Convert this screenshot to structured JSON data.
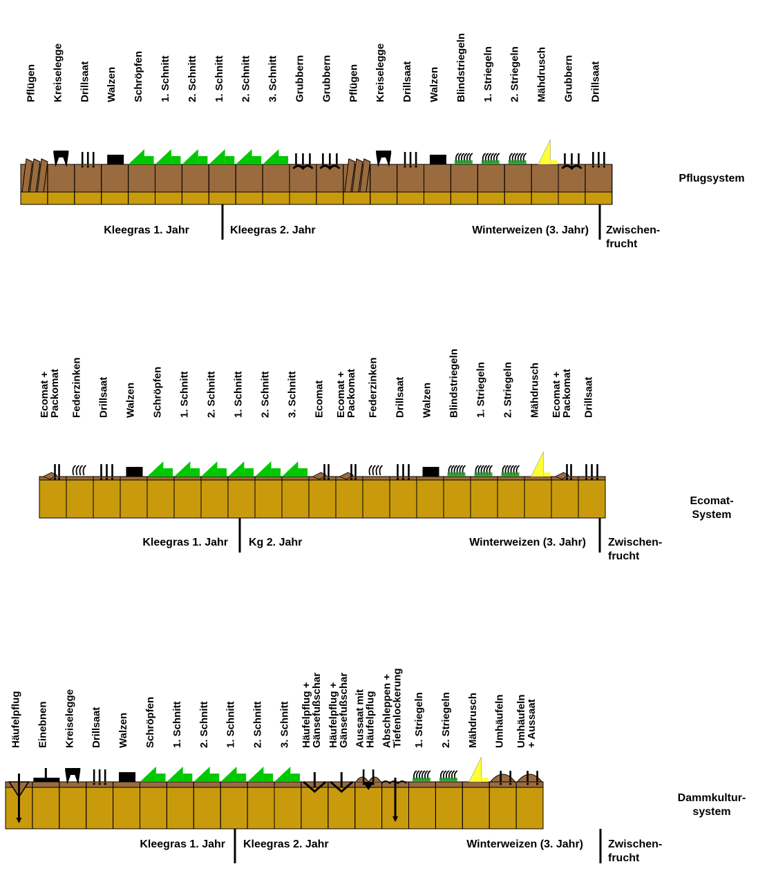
{
  "colors": {
    "topsoil": "#9A6B3E",
    "subsoil": "#C99A0C",
    "grass": "#00C800",
    "grain": "#FFFF33",
    "dark_green": "#1E9A28",
    "tool": "#000000",
    "line": "#000000"
  },
  "systems": [
    {
      "id": "pflug",
      "label_lines": [
        "Pflugsystem"
      ],
      "operations": [
        {
          "label_lines": [
            "Pflügen"
          ],
          "icon": "plough-icon"
        },
        {
          "label_lines": [
            "Kreiselegge"
          ],
          "icon": "rotary-harrow-icon"
        },
        {
          "label_lines": [
            "Drillsaat"
          ],
          "icon": "seed-drill-icon"
        },
        {
          "label_lines": [
            "Walzen"
          ],
          "icon": "roller-icon"
        },
        {
          "label_lines": [
            "Schröpfen"
          ],
          "icon": "grass-topping-icon"
        },
        {
          "label_lines": [
            "1. Schnitt"
          ],
          "icon": "grass-cut-icon"
        },
        {
          "label_lines": [
            "2. Schnitt"
          ],
          "icon": "grass-cut-icon"
        },
        {
          "label_lines": [
            "1. Schnitt"
          ],
          "icon": "grass-cut-icon"
        },
        {
          "label_lines": [
            "2. Schnitt"
          ],
          "icon": "grass-cut-icon"
        },
        {
          "label_lines": [
            "3. Schnitt"
          ],
          "icon": "grass-cut-icon"
        },
        {
          "label_lines": [
            "Grubbern"
          ],
          "icon": "cultivator-icon"
        },
        {
          "label_lines": [
            "Grubbern"
          ],
          "icon": "cultivator-icon"
        },
        {
          "label_lines": [
            "Pflügen"
          ],
          "icon": "plough-icon"
        },
        {
          "label_lines": [
            "Kreiselegge"
          ],
          "icon": "rotary-harrow-icon"
        },
        {
          "label_lines": [
            "Drillsaat"
          ],
          "icon": "seed-drill-icon"
        },
        {
          "label_lines": [
            "Walzen"
          ],
          "icon": "roller-icon"
        },
        {
          "label_lines": [
            "Blindstriegeln"
          ],
          "icon": "tine-harrow-icon"
        },
        {
          "label_lines": [
            "1. Striegeln"
          ],
          "icon": "tine-harrow-icon"
        },
        {
          "label_lines": [
            "2. Striegeln"
          ],
          "icon": "tine-harrow-icon"
        },
        {
          "label_lines": [
            "Mähdrusch"
          ],
          "icon": "combine-harvest-icon"
        },
        {
          "label_lines": [
            "Grubbern"
          ],
          "icon": "cultivator-icon"
        },
        {
          "label_lines": [
            "Drillsaat"
          ],
          "icon": "seed-drill-icon"
        }
      ],
      "phases": [
        {
          "text": "Kleegras 1. Jahr"
        },
        {
          "text": "Kleegras 2. Jahr"
        },
        {
          "text": "Winterweizen (3. Jahr)"
        },
        {
          "text": "Zwischen-\nfrucht"
        }
      ]
    },
    {
      "id": "ecomat",
      "label_lines": [
        "Ecomat-",
        "System"
      ],
      "operations": [
        {
          "label_lines": [
            "Ecomat +",
            "Packomat"
          ],
          "icon": "ecomat-plough-icon"
        },
        {
          "label_lines": [
            "Federzinken"
          ],
          "icon": "spring-tine-icon"
        },
        {
          "label_lines": [
            "Drillsaat"
          ],
          "icon": "seed-drill-icon"
        },
        {
          "label_lines": [
            "Walzen"
          ],
          "icon": "roller-icon"
        },
        {
          "label_lines": [
            "Schröpfen"
          ],
          "icon": "grass-topping-icon"
        },
        {
          "label_lines": [
            "1. Schnitt"
          ],
          "icon": "grass-cut-icon"
        },
        {
          "label_lines": [
            "2. Schnitt"
          ],
          "icon": "grass-cut-icon"
        },
        {
          "label_lines": [
            "1. Schnitt"
          ],
          "icon": "grass-cut-icon"
        },
        {
          "label_lines": [
            "2. Schnitt"
          ],
          "icon": "grass-cut-icon"
        },
        {
          "label_lines": [
            "3. Schnitt"
          ],
          "icon": "grass-cut-icon"
        },
        {
          "label_lines": [
            "Ecomat"
          ],
          "icon": "ecomat-plough-icon"
        },
        {
          "label_lines": [
            "Ecomat +",
            "Packomat"
          ],
          "icon": "ecomat-plough-icon"
        },
        {
          "label_lines": [
            "Federzinken"
          ],
          "icon": "spring-tine-icon"
        },
        {
          "label_lines": [
            "Drillsaat"
          ],
          "icon": "seed-drill-icon"
        },
        {
          "label_lines": [
            "Walzen"
          ],
          "icon": "roller-icon"
        },
        {
          "label_lines": [
            "Blindstriegeln"
          ],
          "icon": "tine-harrow-icon"
        },
        {
          "label_lines": [
            "1. Striegeln"
          ],
          "icon": "tine-harrow-icon"
        },
        {
          "label_lines": [
            "2. Striegeln"
          ],
          "icon": "tine-harrow-icon"
        },
        {
          "label_lines": [
            "Mähdrusch"
          ],
          "icon": "combine-harvest-icon"
        },
        {
          "label_lines": [
            "Ecomat +",
            "Packomat"
          ],
          "icon": "ecomat-plough-icon"
        },
        {
          "label_lines": [
            "Drillsaat"
          ],
          "icon": "seed-drill-icon"
        }
      ],
      "phases": [
        {
          "text": "Kleegras 1. Jahr"
        },
        {
          "text": "Kg 2. Jahr"
        },
        {
          "text": "Winterweizen (3. Jahr)"
        },
        {
          "text": "Zwischen-\nfrucht"
        }
      ]
    },
    {
      "id": "damm",
      "label_lines": [
        "Dammkultur-",
        "system"
      ],
      "operations": [
        {
          "label_lines": [
            "Häufelpflug"
          ],
          "icon": "ridging-plough-icon"
        },
        {
          "label_lines": [
            "Einebnen"
          ],
          "icon": "levelling-board-icon"
        },
        {
          "label_lines": [
            "Kreiselegge"
          ],
          "icon": "rotary-harrow-icon"
        },
        {
          "label_lines": [
            "Drillsaat"
          ],
          "icon": "seed-drill-icon"
        },
        {
          "label_lines": [
            "Walzen"
          ],
          "icon": "roller-icon"
        },
        {
          "label_lines": [
            "Schröpfen"
          ],
          "icon": "grass-topping-icon"
        },
        {
          "label_lines": [
            "1. Schnitt"
          ],
          "icon": "grass-cut-icon"
        },
        {
          "label_lines": [
            "2. Schnitt"
          ],
          "icon": "grass-cut-icon"
        },
        {
          "label_lines": [
            "1. Schnitt"
          ],
          "icon": "grass-cut-icon"
        },
        {
          "label_lines": [
            "2. Schnitt"
          ],
          "icon": "grass-cut-icon"
        },
        {
          "label_lines": [
            "3. Schnitt"
          ],
          "icon": "grass-cut-icon"
        },
        {
          "label_lines": [
            "Häufelpflug +",
            "Gänsefußschar"
          ],
          "icon": "goosefoot-share-icon"
        },
        {
          "label_lines": [
            "Häufelpflug +",
            "Gänsefußschar"
          ],
          "icon": "goosefoot-share-icon"
        },
        {
          "label_lines": [
            "Aussaat mit",
            "Häufelpflug"
          ],
          "icon": "ridge-sowing-icon"
        },
        {
          "label_lines": [
            "Abschleppen +",
            "Tiefenlockerung"
          ],
          "icon": "subsoiler-icon"
        },
        {
          "label_lines": [
            "1. Striegeln"
          ],
          "icon": "tine-harrow-icon"
        },
        {
          "label_lines": [
            "2. Striegeln"
          ],
          "icon": "tine-harrow-icon"
        },
        {
          "label_lines": [
            "Mähdrusch"
          ],
          "icon": "combine-harvest-icon"
        },
        {
          "label_lines": [
            "Umhäufeln"
          ],
          "icon": "re-ridging-icon"
        },
        {
          "label_lines": [
            "Umhäufeln",
            "+ Aussaat"
          ],
          "icon": "re-ridging-icon"
        }
      ],
      "phases": [
        {
          "text": "Kleegras 1. Jahr"
        },
        {
          "text": "Kleegras 2. Jahr"
        },
        {
          "text": "Winterweizen (3. Jahr)"
        },
        {
          "text": "Zwischen-\nfrucht"
        }
      ]
    }
  ]
}
